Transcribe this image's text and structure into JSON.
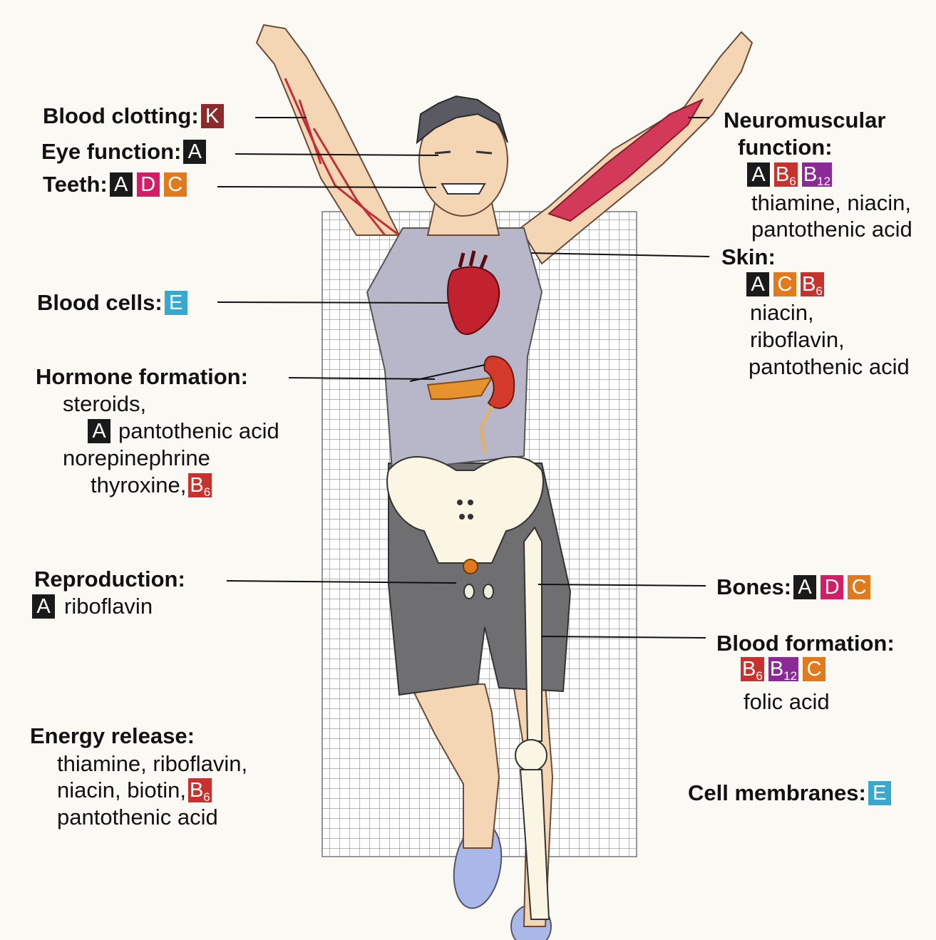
{
  "colors": {
    "A": "#1a1a1a",
    "D": "#d21e66",
    "C": "#e07a1c",
    "K": "#8a2a2a",
    "E": "#39a8cf",
    "B6": "#c8322e",
    "B12": "#8b2a96"
  },
  "labels": {
    "blood_clotting": {
      "title": "Blood clotting:",
      "vitamins": [
        "K"
      ]
    },
    "eye_function": {
      "title": "Eye function:",
      "vitamins": [
        "A"
      ]
    },
    "teeth": {
      "title": "Teeth:",
      "vitamins": [
        "A",
        "D",
        "C"
      ]
    },
    "blood_cells": {
      "title": "Blood cells:",
      "vitamins": [
        "E"
      ]
    },
    "hormone_formation": {
      "title": "Hormone formation:",
      "line1": "steroids,",
      "line2_badge": "A",
      "line2": "pantothenic acid",
      "line3": "norepinephrine",
      "line4": "thyroxine,",
      "line4_badge": "B6"
    },
    "reproduction": {
      "title": "Reproduction:",
      "badge": "A",
      "text": "riboflavin"
    },
    "energy_release": {
      "title": "Energy release:",
      "line1": "thiamine, riboflavin,",
      "line2": "niacin, biotin,",
      "line2_badge": "B6",
      "line3": "pantothenic acid"
    },
    "neuromuscular": {
      "title_line1": "Neuromuscular",
      "title_line2": "function:",
      "vitamins": [
        "A",
        "B6",
        "B12"
      ],
      "line1": "thiamine, niacin,",
      "line2": "pantothenic acid"
    },
    "skin": {
      "title": "Skin:",
      "vitamins": [
        "A",
        "C",
        "B6"
      ],
      "line1": "niacin,",
      "line2": "riboflavin,",
      "line3": "pantothenic acid"
    },
    "bones": {
      "title": "Bones:",
      "vitamins": [
        "A",
        "D",
        "C"
      ]
    },
    "blood_formation": {
      "title": "Blood formation:",
      "vitamins": [
        "B6",
        "B12",
        "C"
      ],
      "line1": "folic acid"
    },
    "cell_membranes": {
      "title": "Cell membranes:",
      "vitamins": [
        "E"
      ]
    }
  }
}
